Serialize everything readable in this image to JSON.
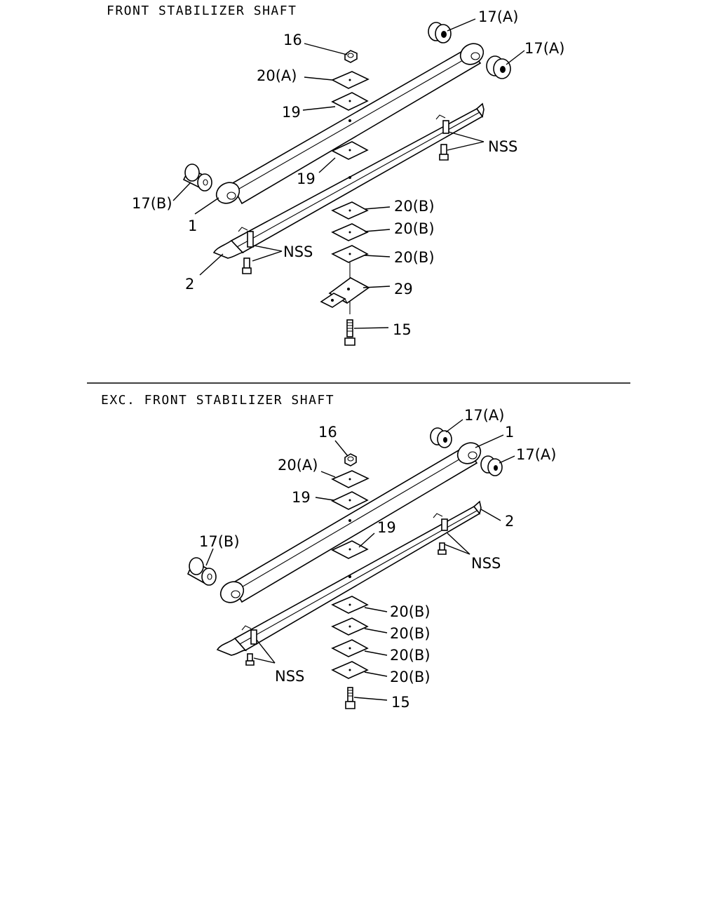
{
  "sections": [
    {
      "title": "FRONT STABILIZER SHAFT",
      "labels": {
        "l17a_1": "17(A)",
        "l17a_2": "17(A)",
        "l16": "16",
        "l20a": "20(A)",
        "l19a": "19",
        "l19b": "19",
        "nss1": "NSS",
        "l17b": "17(B)",
        "l1": "1",
        "nss2": "NSS",
        "l2": "2",
        "l20b_1": "20(B)",
        "l20b_2": "20(B)",
        "l20b_3": "20(B)",
        "l29": "29",
        "l15": "15"
      }
    },
    {
      "title": "EXC. FRONT STABILIZER SHAFT",
      "labels": {
        "l17a_1": "17(A)",
        "l1": "1",
        "l16": "16",
        "l17a_2": "17(A)",
        "l20a": "20(A)",
        "l19a": "19",
        "l2": "2",
        "l19b": "19",
        "l17b": "17(B)",
        "nss1": "NSS",
        "nss2": "NSS",
        "l20b_1": "20(B)",
        "l20b_2": "20(B)",
        "l20b_3": "20(B)",
        "l20b_4": "20(B)",
        "l15": "15"
      }
    }
  ]
}
